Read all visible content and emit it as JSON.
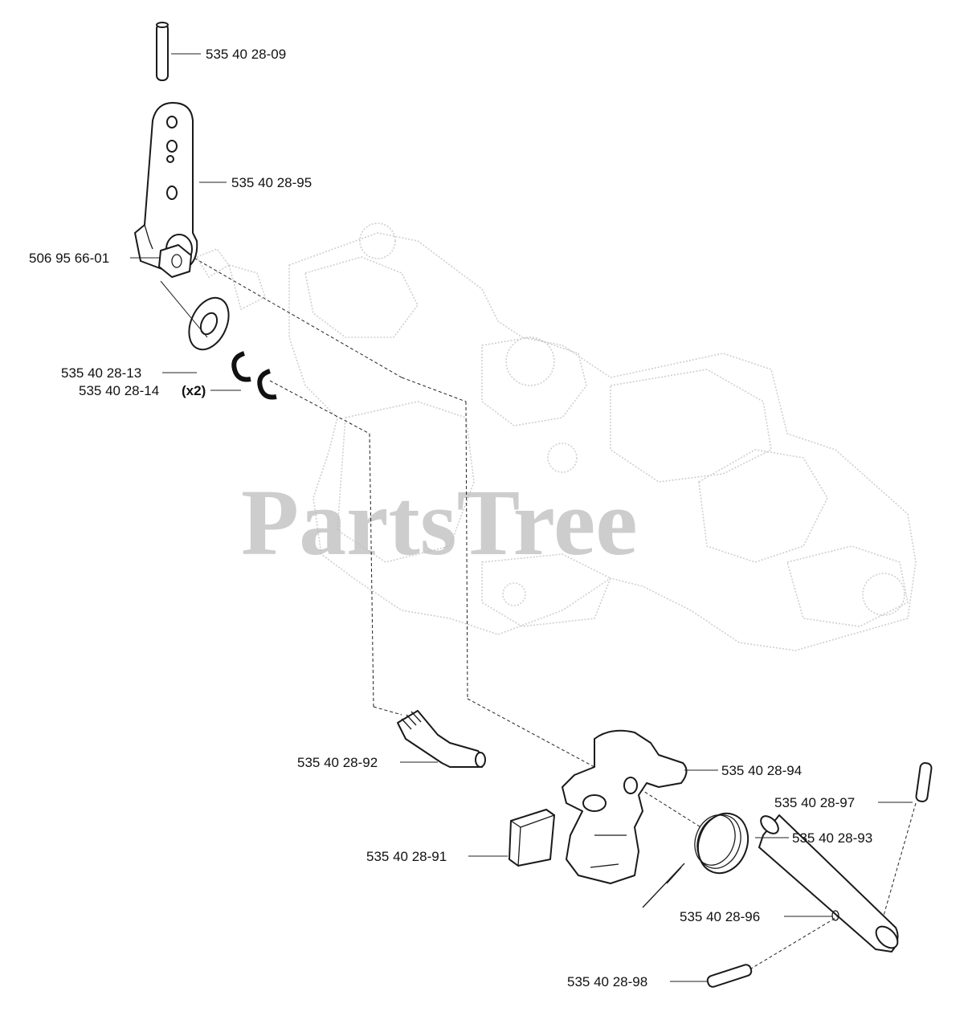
{
  "watermark": "PartsTree",
  "labels": {
    "p_535_40_28_09": "535 40 28-09",
    "p_535_40_28_95": "535 40 28-95",
    "p_506_95_66_01": "506 95 66-01",
    "p_535_40_28_13": "535 40 28-13",
    "p_535_40_28_14": "535 40 28-14",
    "p_535_40_28_14_qty": "(x2)",
    "p_535_40_28_92": "535 40 28-92",
    "p_535_40_28_94": "535 40 28-94",
    "p_535_40_28_97": "535 40 28-97",
    "p_535_40_28_93": "535 40 28-93",
    "p_535_40_28_91": "535 40 28-91",
    "p_535_40_28_96": "535 40 28-96",
    "p_535_40_28_98": "535 40 28-98"
  }
}
